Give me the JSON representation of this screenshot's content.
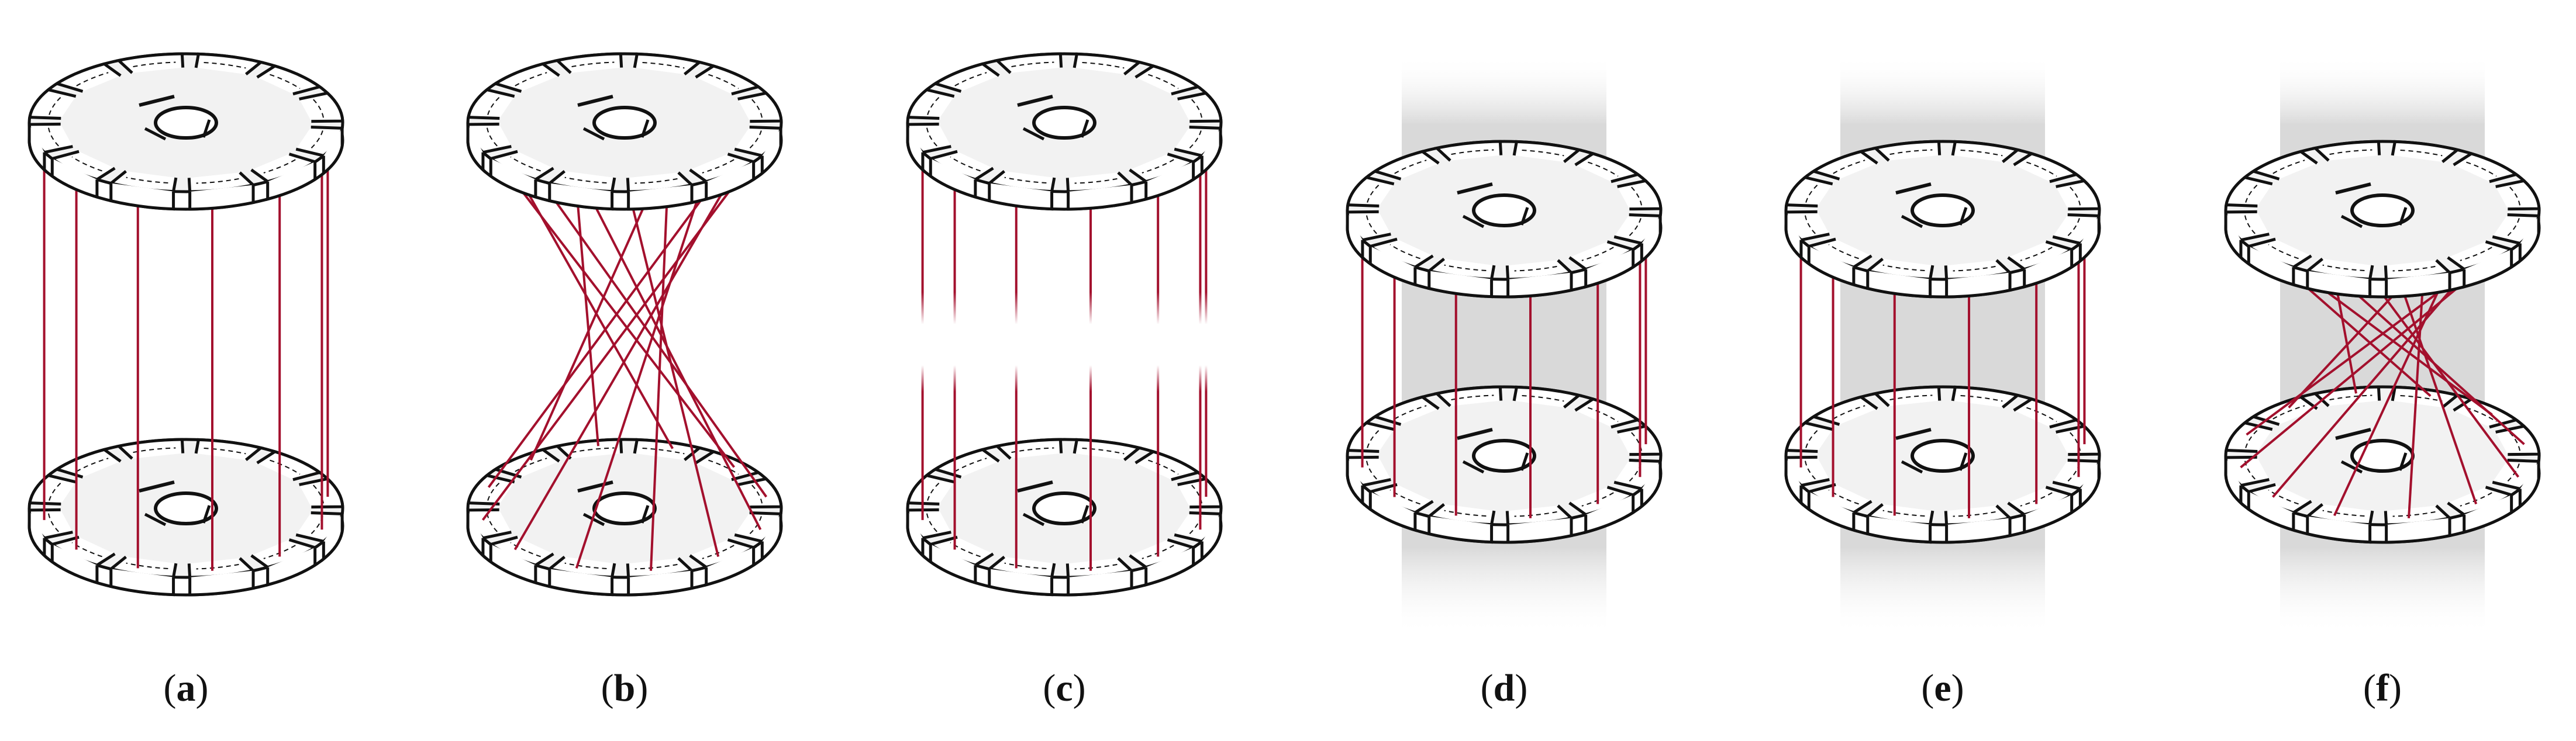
{
  "panels": [
    {
      "letter": "a",
      "threads": "straight",
      "cut": false,
      "membrane": false
    },
    {
      "letter": "b",
      "threads": "crossed",
      "cut": false,
      "membrane": false
    },
    {
      "letter": "c",
      "threads": "straight",
      "cut": true,
      "membrane": false
    },
    {
      "letter": "d",
      "threads": "straight",
      "cut": false,
      "membrane": true
    },
    {
      "letter": "e",
      "threads": "straight",
      "cut": false,
      "membrane": true
    },
    {
      "letter": "f",
      "threads": "crossed",
      "cut": false,
      "membrane": true
    }
  ],
  "colors": {
    "thread": "#a3102d",
    "outline": "#111111",
    "disk_fill": "#f2f2f2",
    "membrane": "#d9d9d9"
  },
  "icons": [
    "spool-disk",
    "notch",
    "center-hole",
    "thread",
    "membrane-band"
  ]
}
